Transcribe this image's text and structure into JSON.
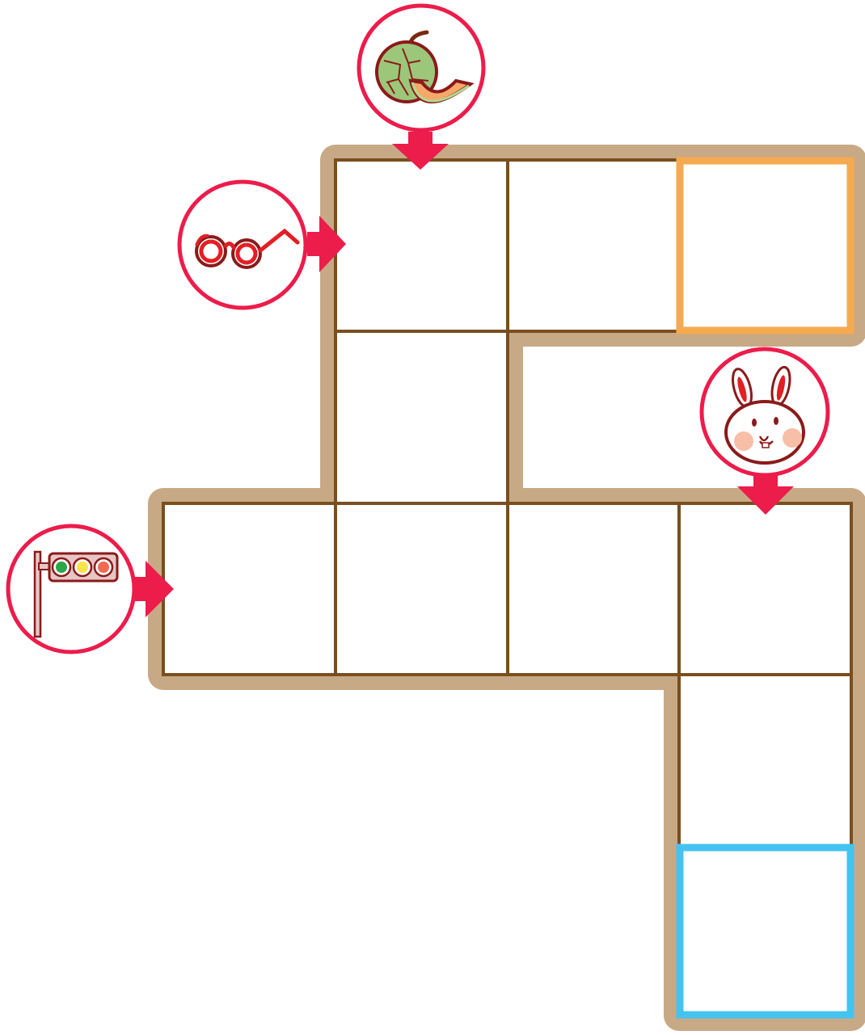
{
  "puzzle": {
    "clues": [
      {
        "icon": "melon-icon",
        "direction": "down"
      },
      {
        "icon": "glasses-icon",
        "direction": "right"
      },
      {
        "icon": "rabbit-icon",
        "direction": "down"
      },
      {
        "icon": "traffic-light-icon",
        "direction": "right"
      }
    ],
    "highlights": [
      {
        "name": "orange-highlight",
        "color": "#F5AA4F"
      },
      {
        "name": "blue-highlight",
        "color": "#45C3F0"
      }
    ]
  },
  "colors": {
    "frame": "#C8A986",
    "grid_line": "#7A4E1E",
    "arrow": "#EC1C4B",
    "badge_ring": "#EC1C4B",
    "cell_fill": "#FFFFFF"
  }
}
